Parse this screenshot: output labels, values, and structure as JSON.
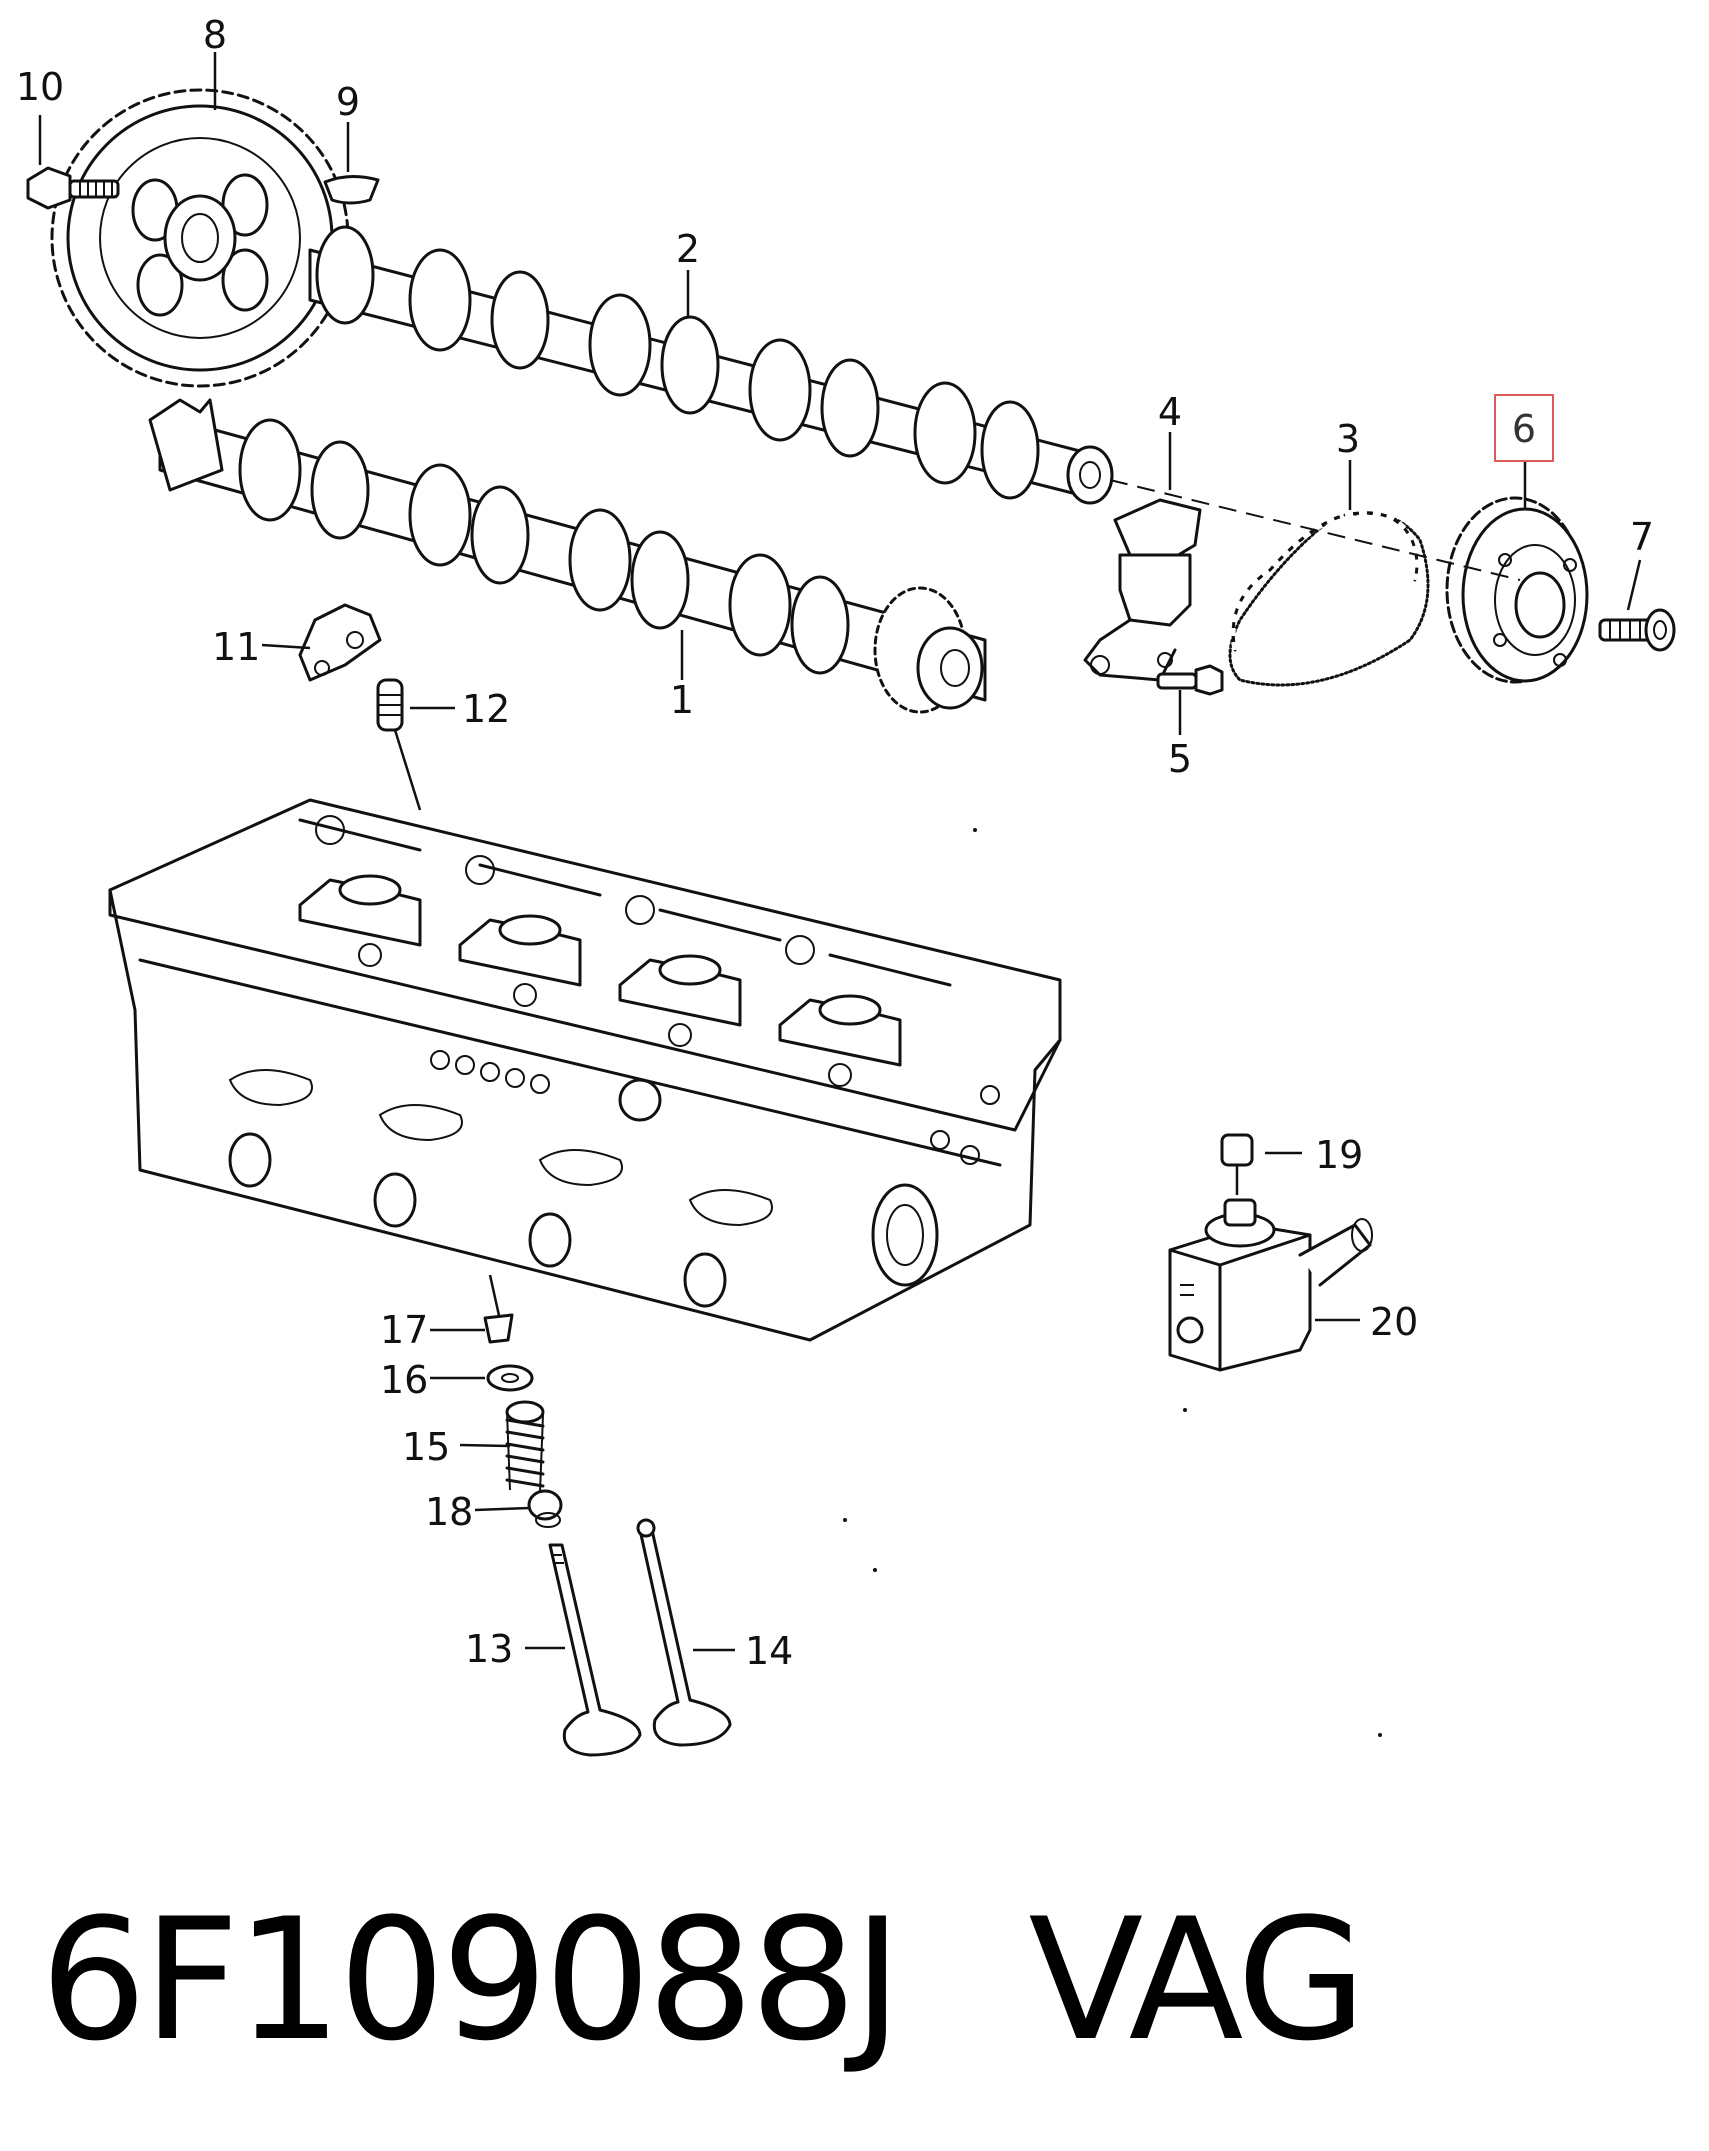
{
  "callouts": {
    "c1": "1",
    "c2": "2",
    "c3": "3",
    "c4": "4",
    "c5": "5",
    "c6": "6",
    "c7": "7",
    "c8": "8",
    "c9": "9",
    "c10": "10",
    "c11": "11",
    "c12": "12",
    "c13": "13",
    "c14": "14",
    "c15": "15",
    "c16": "16",
    "c17": "17",
    "c18": "18",
    "c19": "19",
    "c20": "20"
  },
  "highlight": {
    "callout": "6",
    "border_color": "#e05a5a"
  },
  "footer": {
    "part_number": "6F109088J",
    "brand": "VAG"
  }
}
